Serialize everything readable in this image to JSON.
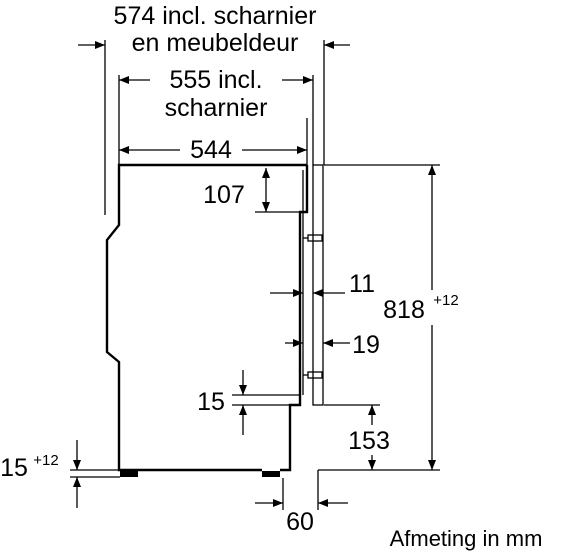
{
  "dimensions": {
    "top_width_1_line1": "574 incl. scharnier",
    "top_width_1_line2": "en meubeldeur",
    "top_width_2_line1": "555 incl.",
    "top_width_2_line2": "scharnier",
    "body_depth": "544",
    "top_panel_height": "107",
    "door_gap": "11",
    "door_thickness": "19",
    "plinth_offset": "15",
    "plinth_height": "153",
    "overall_height_base": "818",
    "overall_height_tolerance": "+12",
    "foot_height_base": "15",
    "foot_height_tolerance": "+12",
    "bottom_offset": "60"
  },
  "caption": "Afmeting in mm"
}
